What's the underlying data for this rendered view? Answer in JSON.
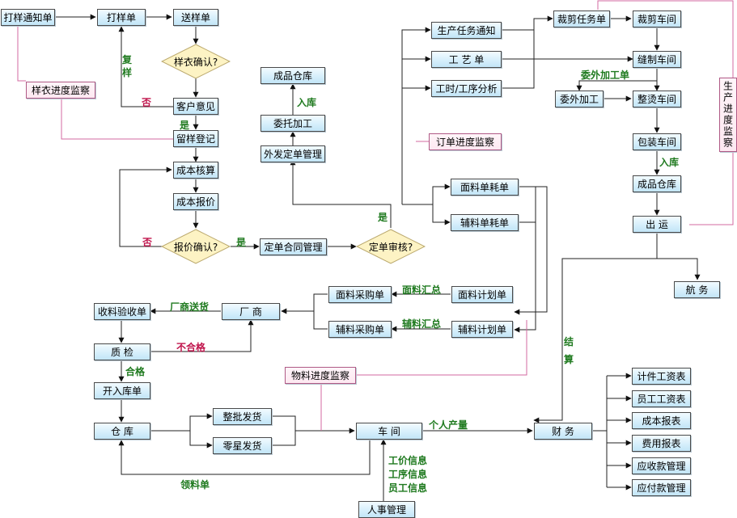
{
  "nodes": {
    "dayang_tongzhi": "打样通知单",
    "dayang_dan": "打样单",
    "songyang_dan": "送样单",
    "yangyi_jiankong": "样衣进度监察",
    "kehu_yijian": "客户意见",
    "liuyang_dengji": "留样登记",
    "chengben_hesuan": "成本核算",
    "chengben_baojia": "成本报价",
    "dingdan_hetong": "定单合同管理",
    "chengpin_cangku_left": "成品仓库",
    "weituo_jiagong": "委托加工",
    "waifa_dingdan": "外发定单管理",
    "shengchan_renwu": "生产任务通知",
    "gongyi_dan": "工 艺 单",
    "gongshi_gongxu": "工时/工序分析",
    "dingdan_jiankong": "订单进度监察",
    "caijian_renwu": "裁剪任务单",
    "caijian_chejian": "裁剪车间",
    "fengzhi_chejian": "缝制车间",
    "weiwai_jiagong": "委外加工",
    "zhengtang_chejian": "整烫车间",
    "baozhuang_chejian": "包装车间",
    "chengpin_cangku_right": "成品仓库",
    "chuyun": "出 运",
    "hangwu": "航 务",
    "shengchan_jiankong": "生产进度监察",
    "mianliao_haoliang": "面料单耗单",
    "fuliao_haoliang": "辅料单耗单",
    "mianliao_jihua": "面料计划单",
    "fuliao_jihua": "辅料计划单",
    "mianliao_caigou": "面料采购单",
    "fuliao_caigou": "辅料采购单",
    "changshang": "厂 商",
    "shouliao_yanshou": "收料验收单",
    "zhijian": "质 检",
    "kairuku": "开入库单",
    "cangku": "仓 库",
    "zhengpi_fahuo": "整批发货",
    "lingxing_fahuo": "零星发货",
    "wuliao_jiankong": "物料进度监察",
    "chejian": "车 间",
    "renshi_guanli": "人事管理",
    "caiwu": "财 务",
    "jijian_gongzi": "计件工资表",
    "yuangong_gongzi": "员工工资表",
    "chengben_baobiao": "成本报表",
    "feiyong_baobiao": "费用报表",
    "yingshou": "应收款管理",
    "yingfu": "应付款管理"
  },
  "diamonds": {
    "yangyi_queren": "样衣确认?",
    "baojia_queren": "报价确认?",
    "dingdan_shenhe": "定单审核?"
  },
  "labels": {
    "fuyang": "复样",
    "fou_kehu": "否",
    "shi_kehu": "是",
    "ruku_left": "入库",
    "weiwai_label": "委外加工单",
    "ruku_right": "入库",
    "fou_baojia": "否",
    "shi_baojia": "是",
    "shi_shenhe": "是",
    "mianliao_huizong": "面料汇总",
    "fuliao_huizong": "辅料汇总",
    "changshang_songhuo": "厂商送货",
    "buhege": "不合格",
    "hege": "合格",
    "lingliao_dan": "领料单",
    "geren_chanliang": "个人产量",
    "jiesuan": "结算",
    "gongjia_xinxi": "工价信息",
    "gongxu_xinxi": "工序信息",
    "yuangong_xinxi": "员工信息"
  },
  "colors": {
    "node_top": "#f2fbff",
    "node_bottom": "#c2e5f7",
    "monitor_border": "#b05a86",
    "diamond_fill": "#fdf3c4",
    "label_green": "#1f7a1f",
    "label_red": "#c0144c",
    "pink_line": "#d36aa0"
  }
}
